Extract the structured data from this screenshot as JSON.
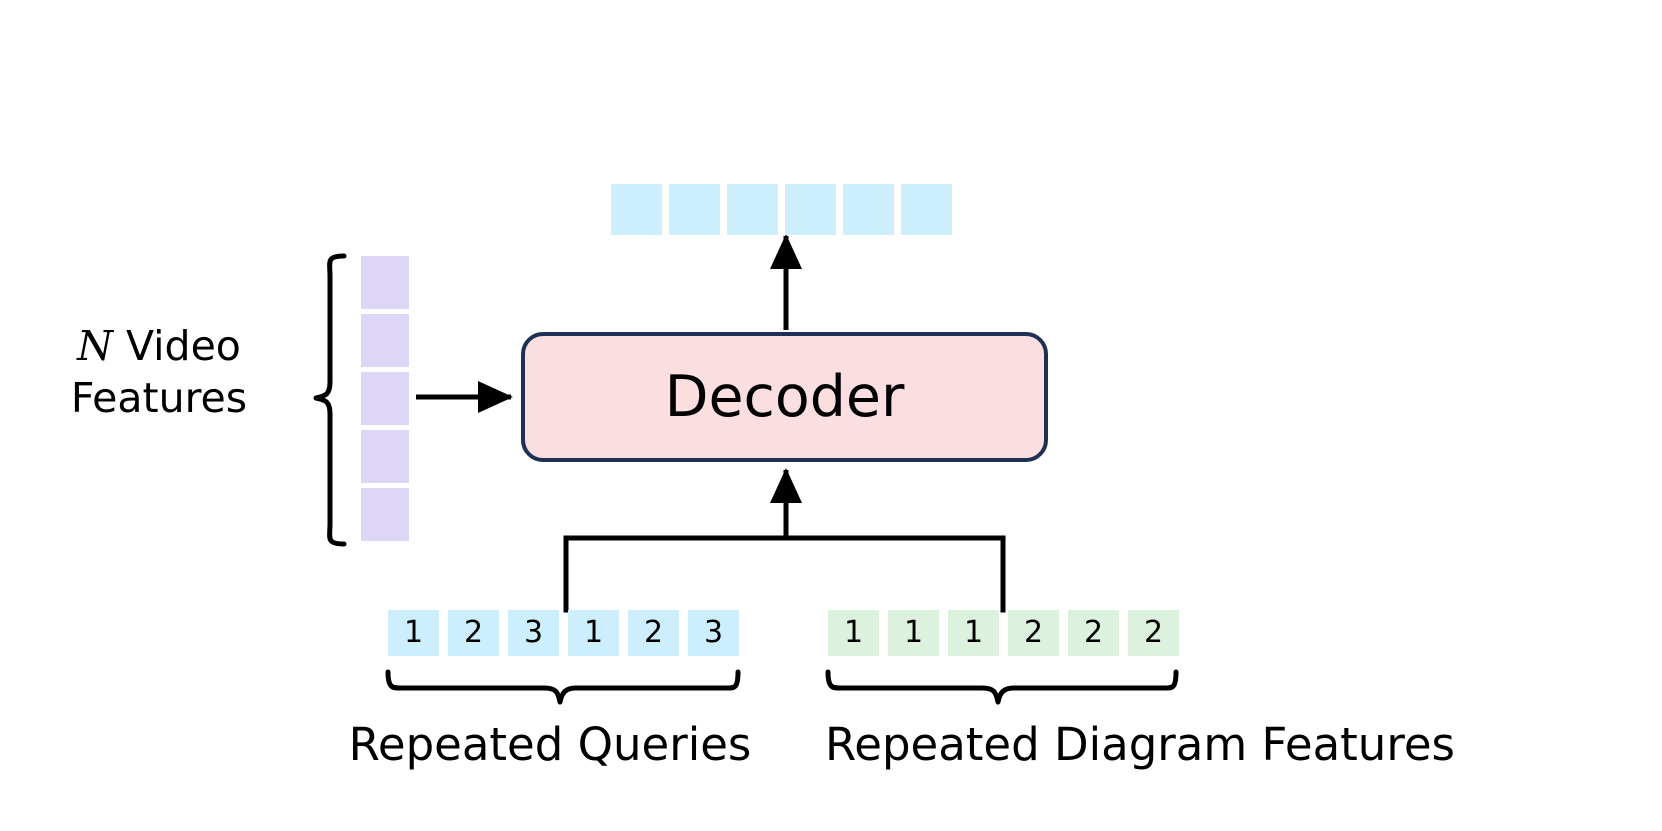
{
  "figure": {
    "type": "architecture-diagram",
    "title": "Decoder with repeated queries and repeated diagram features",
    "background": "#ffffff"
  },
  "colors": {
    "video_feature_fill": "#ddd6f7",
    "query_fill": "#cdeefc",
    "diagram_fill": "#dcf2de",
    "output_fill": "#cdeefc",
    "decoder_fill": "#fadee0",
    "decoder_border": "#1f3055",
    "line": "#000000"
  },
  "decoder": {
    "label": "Decoder"
  },
  "video_features": {
    "label_math": "N",
    "label_rest": " Video",
    "label_line2": "Features",
    "count": 5,
    "cells": [
      "",
      "",
      "",
      "",
      ""
    ]
  },
  "output_tokens": {
    "name": "output-token-row",
    "count": 6,
    "cells": [
      "",
      "",
      "",
      "",
      "",
      ""
    ]
  },
  "repeated_queries": {
    "label": "Repeated Queries",
    "count": 6,
    "cells": [
      "1",
      "2",
      "3",
      "1",
      "2",
      "3"
    ]
  },
  "repeated_diagram_features": {
    "label": "Repeated Diagram Features",
    "count": 6,
    "cells": [
      "1",
      "1",
      "1",
      "2",
      "2",
      "2"
    ]
  },
  "connections": [
    {
      "name": "video-features-to-decoder",
      "from": "video_features",
      "to": "decoder",
      "arrow": true
    },
    {
      "name": "decoder-to-output",
      "from": "decoder",
      "to": "output_tokens",
      "arrow": true
    },
    {
      "name": "queries-and-diagram-to-decoder",
      "from": "bottom_rows",
      "to": "decoder",
      "arrow": true
    }
  ]
}
